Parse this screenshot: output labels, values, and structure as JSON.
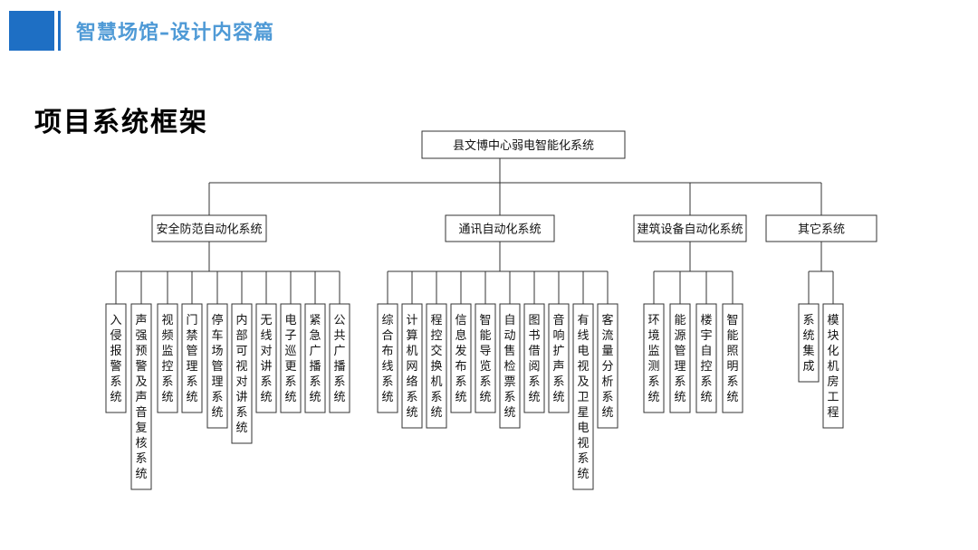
{
  "header": {
    "title": "智慧场馆–设计内容篇"
  },
  "page": {
    "title": "项目系统框架"
  },
  "diagram": {
    "root": "县文博中心弱电智能化系统",
    "groups": [
      {
        "label": "安全防范自动化系统",
        "children": [
          "入侵报警系统",
          "声强预警及声音复核系统",
          "视频监控系统",
          "门禁管理系统",
          "停车场管理系统",
          "内部可视对讲系统",
          "无线对讲系统",
          "电子巡更系统",
          "紧急广播系统",
          "公共广播系统"
        ]
      },
      {
        "label": "通讯自动化系统",
        "children": [
          "综合布线系统",
          "计算机网络系统",
          "程控交换机系统",
          "信息发布系统",
          "智能导览系统",
          "自动售检票系统",
          "图书借阅系统",
          "音响扩声系统",
          "有线电视及卫星电视系统",
          "客流量分析系统"
        ]
      },
      {
        "label": "建筑设备自动化系统",
        "children": [
          "环境监测系统",
          "能源管理系统",
          "楼宇自控系统",
          "智能照明系统"
        ]
      },
      {
        "label": "其它系统",
        "children": [
          "系统集成",
          "模块化机房工程"
        ]
      }
    ]
  },
  "colors": {
    "accent": "#1e6fc4",
    "header_text": "#4f9ad6"
  }
}
